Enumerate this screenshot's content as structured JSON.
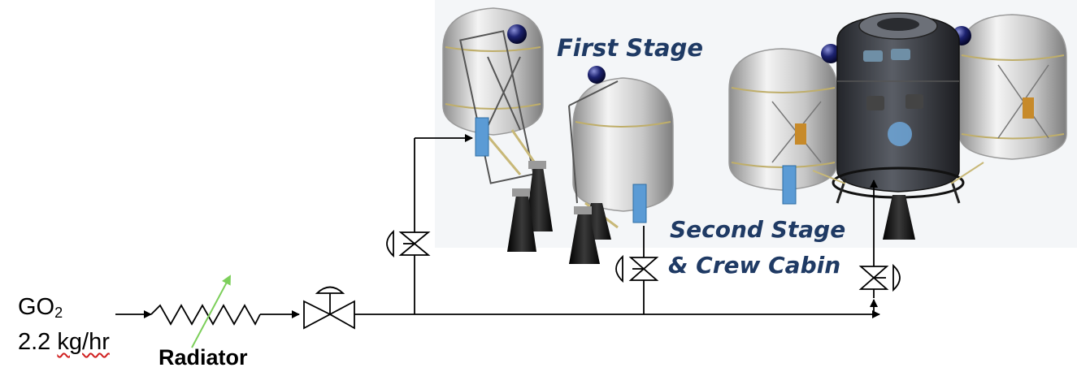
{
  "gas": {
    "name": "GO",
    "subscript": "2",
    "flow_value": "2.2",
    "flow_unit": "kg/hr"
  },
  "radiator": {
    "label": "Radiator"
  },
  "stages": {
    "first": "First Stage",
    "second_line1": "Second Stage",
    "second_line2": "& Crew Cabin"
  },
  "colors": {
    "line": "#000000",
    "radiator_arrow": "#7ccf5a",
    "sensor": "#5b9bd5",
    "label_blue": "#1f3a64",
    "tank": "#c9c9c9",
    "cabin": "#3d4046",
    "nozzle": "#151515",
    "sphere": "#12185a",
    "strut": "#d8c890"
  }
}
